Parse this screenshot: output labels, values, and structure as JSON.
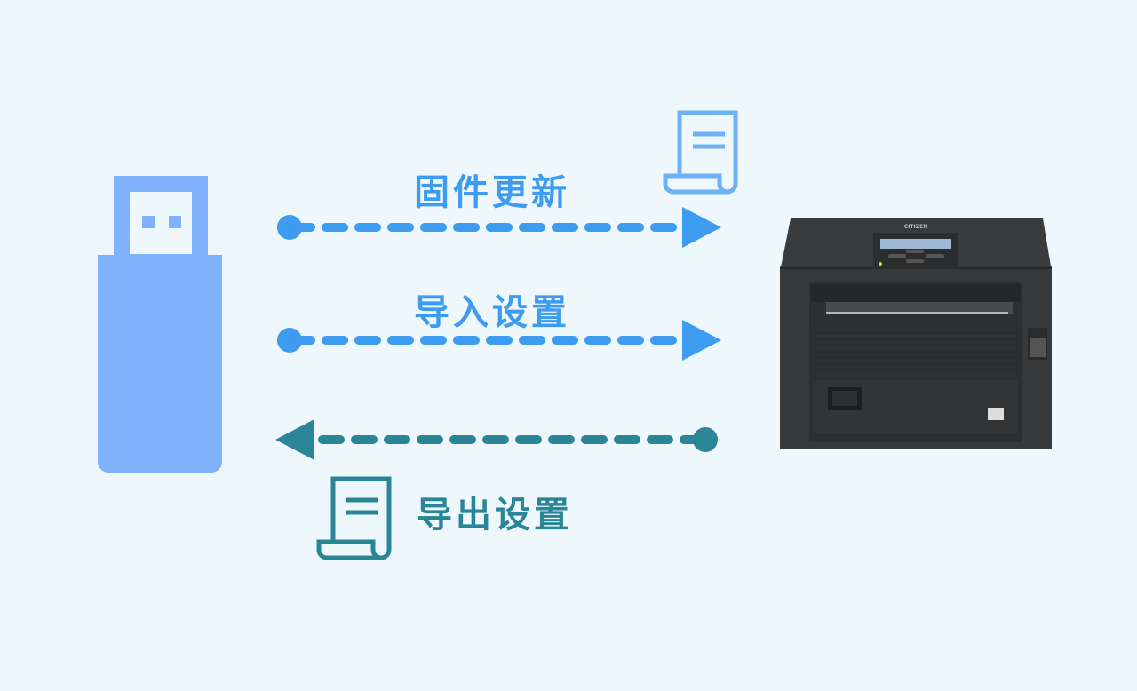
{
  "labels": {
    "firmware_update": "固件更新",
    "import_settings": "导入设置",
    "export_settings": "导出设置"
  },
  "printer": {
    "brand": "CITIZEN"
  },
  "colors": {
    "background": "#eef7fb",
    "usb": "#7fb2fa",
    "import_blue": "#3d9bf0",
    "export_teal": "#2a8596",
    "printer_body": "#3a3b3d"
  },
  "icons": [
    "usb-drive-icon",
    "document-icon",
    "printer-image"
  ]
}
